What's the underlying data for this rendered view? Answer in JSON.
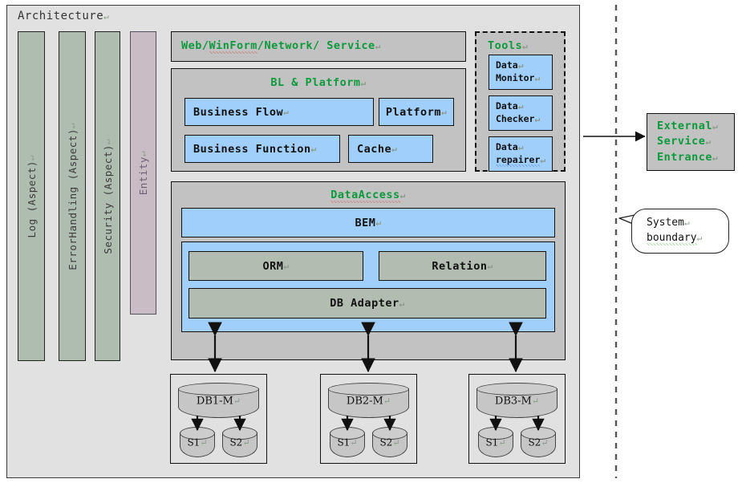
{
  "diagram": {
    "title": "Architecture",
    "pilcrow": "↵"
  },
  "aspects": [
    {
      "label": "Log (Aspect)",
      "color": "#afbdb0"
    },
    {
      "label": "ErrorHandling (Aspect)",
      "color": "#afbdb0"
    },
    {
      "label": "Security (Aspect)",
      "color": "#afbdb0"
    },
    {
      "label": "Entity",
      "color": "#c9bcc4"
    }
  ],
  "layers": {
    "presentation": {
      "title_a": "Web/",
      "title_b": "WinForm",
      "title_c": "/Network/ Service"
    },
    "bl_platform": {
      "title": "BL & Platform",
      "boxes": [
        {
          "label": "Business Flow"
        },
        {
          "label": "Platform"
        },
        {
          "label": "Business Function"
        },
        {
          "label": "Cache"
        }
      ]
    },
    "data_access": {
      "title": "DataAccess",
      "bem": "BEM",
      "orm": "ORM",
      "relation": "Relation",
      "db_adapter": "DB Adapter"
    }
  },
  "tools": {
    "title": "Tools",
    "items": [
      {
        "line1": "Data",
        "line2": "Monitor"
      },
      {
        "line1": "Data",
        "line2": "Checker"
      },
      {
        "line1": "Data",
        "line2": "repairer"
      }
    ]
  },
  "databases": [
    {
      "master": "DB1-M",
      "slaves": [
        "S1",
        "S2"
      ]
    },
    {
      "master": "DB2-M",
      "slaves": [
        "S1",
        "S2"
      ]
    },
    {
      "master": "DB3-M",
      "slaves": [
        "S1",
        "S2"
      ]
    }
  ],
  "external": {
    "line1": "External",
    "line2": "Service",
    "line3": "Entrance"
  },
  "callout": {
    "line1": "System",
    "line2": "boundary"
  },
  "colors": {
    "blue_box": "#a0cffc",
    "gray_panel": "#c2c2c2",
    "sage": "#afbdb0",
    "mauve": "#c9bcc4",
    "green_text": "#0a9a3c",
    "canvas": "#e1e1e1"
  }
}
